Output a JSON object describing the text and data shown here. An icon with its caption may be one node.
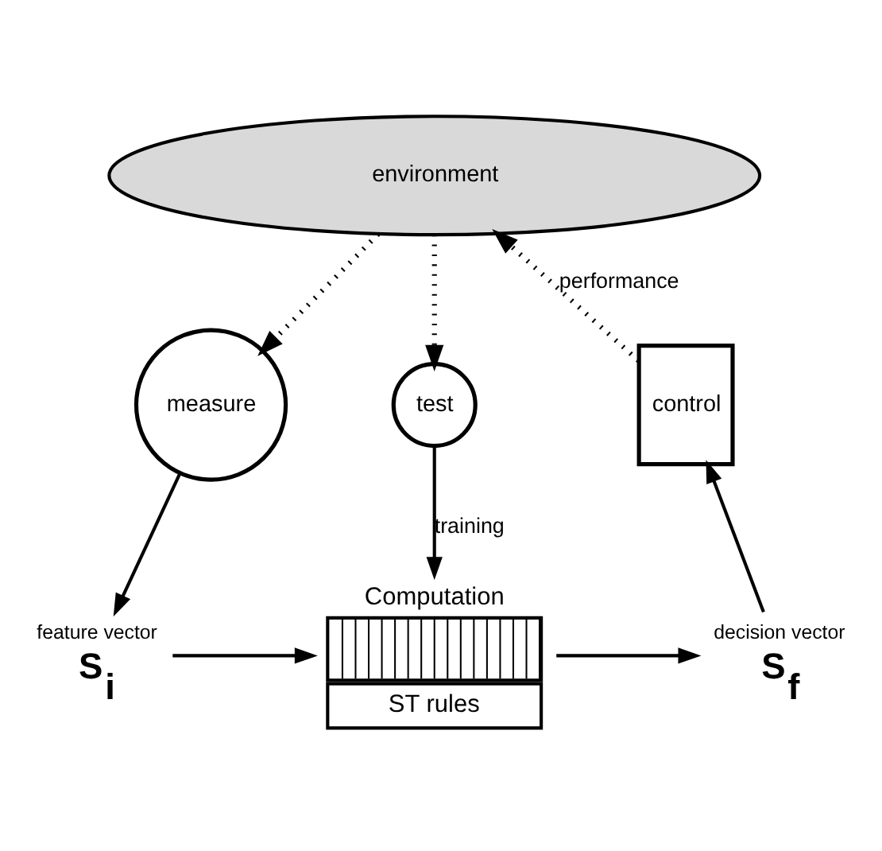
{
  "diagram": {
    "nodes": [
      {
        "text": [
          "S$_{i}$"
        ],
        "beside": [
          "feature vector"
        ]
      },
      {
        "text": [
          "Computation",
          "ST rules"
        ]
      },
      {
        "text": [
          "S$_{f}$"
        ],
        "beside": [
          "decision vector"
        ]
      },
      {
        "text": [
          "measure"
        ]
      },
      {
        "text": [
          "test"
        ]
      },
      {
        "text": [
          "control"
        ]
      },
      {
        "text": [
          "environment"
        ]
      }
    ],
    "edges": [
      {
        "from": 3,
        "to": 0,
        "arrow": "to"
      },
      {
        "from": 0,
        "to": 1,
        "arrow": "to"
      },
      {
        "from": 1,
        "to": 2,
        "arrow": "to"
      },
      {
        "from": 2,
        "to": 5,
        "arrow": "to"
      },
      {
        "from": 4,
        "to": 1,
        "arrow": "to",
        "label": "training"
      },
      {
        "from": 6,
        "to": 3,
        "arrow": "to",
        "style": "dashed"
      },
      {
        "from": 6,
        "to": 4,
        "arrow": "to",
        "style": "dashed"
      },
      {
        "from": 5,
        "to": 6,
        "arrow": "to",
        "style": "dashed",
        "label": "performance"
      }
    ]
  }
}
